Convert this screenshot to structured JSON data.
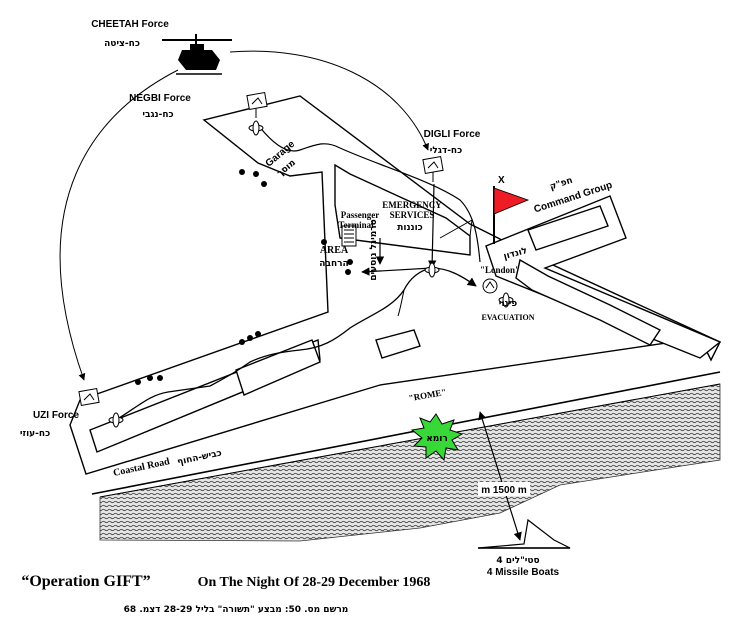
{
  "forces": {
    "cheetah": {
      "name": "CHEETAH Force",
      "hebrew": "כח-ציטה"
    },
    "negbi": {
      "name": "NEGBI Force",
      "hebrew": "כח-נגבי"
    },
    "digli": {
      "name": "DIGLI Force",
      "hebrew": "כח-דגלי"
    },
    "uzi": {
      "name": "UZI Force",
      "hebrew": "כח-עוזי"
    }
  },
  "command_group": {
    "name": "Command Group",
    "hebrew": "חפ\"ק",
    "flag_marker": "X"
  },
  "locations": {
    "garage": {
      "name": "Garage",
      "hebrew": "מוסך"
    },
    "passenger_terminal": {
      "name_line1": "Passenger",
      "name_line2": "Terminal",
      "hebrew": "טרמינל נוסעים"
    },
    "emergency_services": {
      "name_line1": "EMERGENCY",
      "name_line2": "SERVICES",
      "hebrew": "כוננות"
    },
    "area": {
      "name": "AREA",
      "hebrew": "הרחבה"
    },
    "london": {
      "name": "\"London\"",
      "hebrew": "לונדון"
    },
    "evacuation": {
      "name": "EVACUATION",
      "hebrew": "פינוי"
    },
    "rome": {
      "name": "\"ROME\"",
      "hebrew": "רומא"
    },
    "coastal_road": {
      "name": "Coastal Road",
      "hebrew": "כביש-החוף"
    }
  },
  "distance_label": "m 1500 m",
  "missile_boats": {
    "name": "4 Missile Boats",
    "hebrew": "4 סטי\"לים"
  },
  "title": {
    "operation": "“Operation GIFT”",
    "date": "On The Night Of 28-29 December 1968",
    "hebrew": "מרשם מס. 50: מבצע \"תשורה\" בליל 28-29 דצמ. 68"
  }
}
